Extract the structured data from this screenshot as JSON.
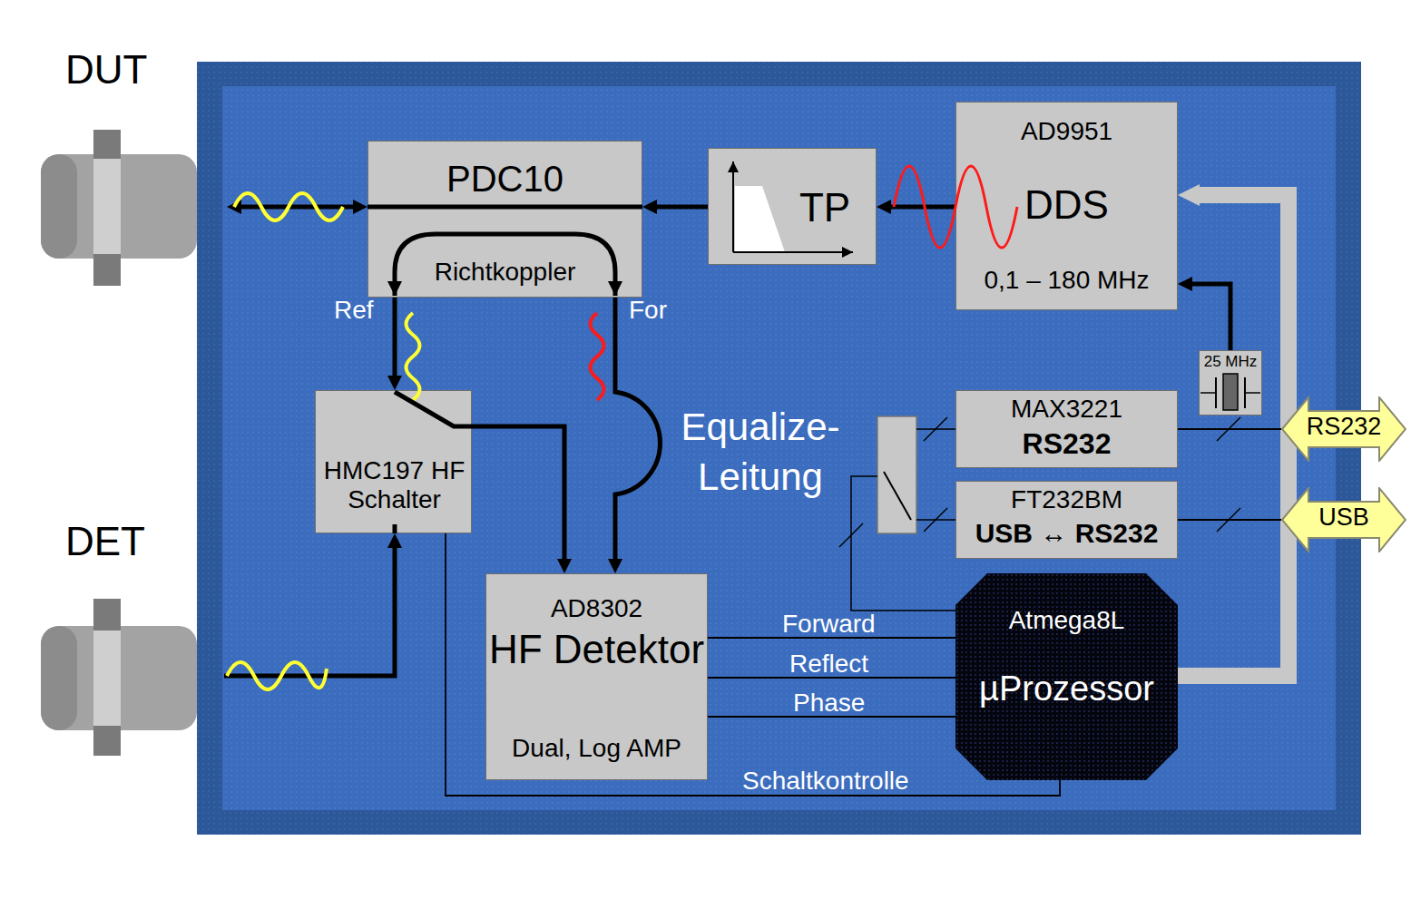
{
  "diagram": {
    "nodes": [
      {
        "text": [
          "PDC10",
          "Richtkoppler"
        ]
      },
      {
        "text": [
          "TP"
        ]
      },
      {
        "text": [
          "AD9951",
          "DDS",
          "0,1 – 180 MHz"
        ]
      },
      {
        "text": [
          "25 MHz"
        ]
      },
      {
        "text": [
          "MAX3221",
          "RS232"
        ]
      },
      {
        "text": [
          "FT232BM",
          "USB ↔ RS232"
        ]
      },
      {
        "text": [
          "HMC197 HF Schalter"
        ]
      },
      {
        "text": [
          "AD8302",
          "HF Detektor",
          "Dual, Log AMP"
        ]
      },
      {
        "text": [
          "Atmega8L",
          "µProzessor"
        ]
      },
      {
        "text": [
          "RS232"
        ]
      },
      {
        "text": [
          "USB"
        ]
      }
    ],
    "edges": [
      {
        "from": 1,
        "to": 0,
        "arrow": "to"
      },
      {
        "from": 2,
        "to": 1,
        "arrow": "to"
      },
      {
        "from": 3,
        "to": 2,
        "arrow": "to"
      },
      {
        "from": 0,
        "to": 6,
        "label": "Ref",
        "arrow": "to"
      },
      {
        "from": 0,
        "to": 7,
        "label": "For",
        "arrow": "to"
      },
      {
        "from": 6,
        "to": 7,
        "arrow": "to"
      },
      {
        "from": 7,
        "to": 8,
        "label": "Forward",
        "arrow": "none"
      },
      {
        "from": 7,
        "to": 8,
        "label": "Reflect",
        "arrow": "none"
      },
      {
        "from": 7,
        "to": 8,
        "label": "Phase",
        "arrow": "none"
      },
      {
        "from": 8,
        "to": 6,
        "label": "Schaltkontrolle",
        "arrow": "none"
      },
      {
        "from": 8,
        "to": 2,
        "arrow": "to"
      },
      {
        "from": 4,
        "to": 9,
        "arrow": "none"
      },
      {
        "from": 5,
        "to": 10,
        "arrow": "none"
      }
    ],
    "labels": [
      "DUT",
      "DET",
      "Equalize- Leitung"
    ]
  }
}
